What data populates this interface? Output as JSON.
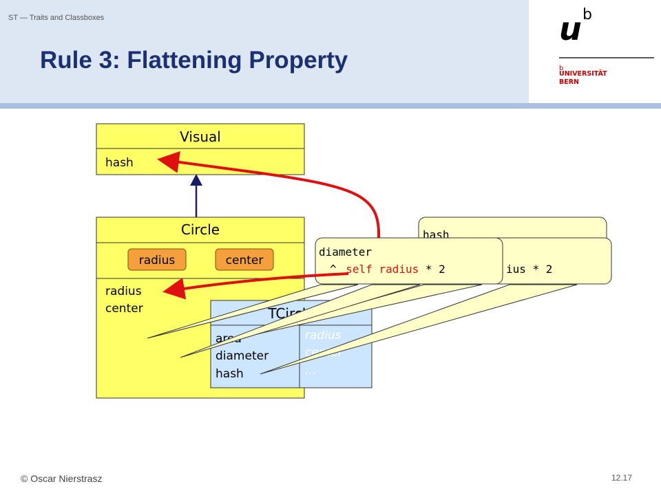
{
  "header": {
    "course": "ST — Traits and Classboxes",
    "title": "Rule 3: Flattening Property"
  },
  "logo": {
    "mark": "u",
    "superscript": "b",
    "small_b": "b",
    "line1": "UNIVERSITÄT",
    "line2": "BERN"
  },
  "diagram": {
    "visual_class": {
      "name": "Visual",
      "method": "hash"
    },
    "circle_class": {
      "name": "Circle",
      "trait_radius": "radius",
      "trait_center": "center",
      "method1": "radius",
      "method2": "center"
    },
    "trait": {
      "name": "TCircle",
      "provided": [
        "area",
        "diameter",
        "hash"
      ],
      "required": [
        "radius",
        "center",
        "..."
      ]
    },
    "callout_back": {
      "line1": "hash",
      "line2": "ius * 2"
    },
    "callout_front": {
      "line1": "diameter",
      "caret": "^",
      "self_radius": "self radius",
      "times_two": " * 2"
    }
  },
  "footer": {
    "author": "© Oscar Nierstrasz",
    "page": "12.17"
  },
  "colors": {
    "header_bg": "#dde6f3",
    "title": "#1b2f73",
    "class_fill": "#ffff66",
    "trait_fill": "#cce6ff",
    "trait_tag_fill": "#f4a03c",
    "callout_fill": "#ffffc8",
    "arrow_red": "#e01010",
    "arrow_navy": "#1a1a66"
  }
}
